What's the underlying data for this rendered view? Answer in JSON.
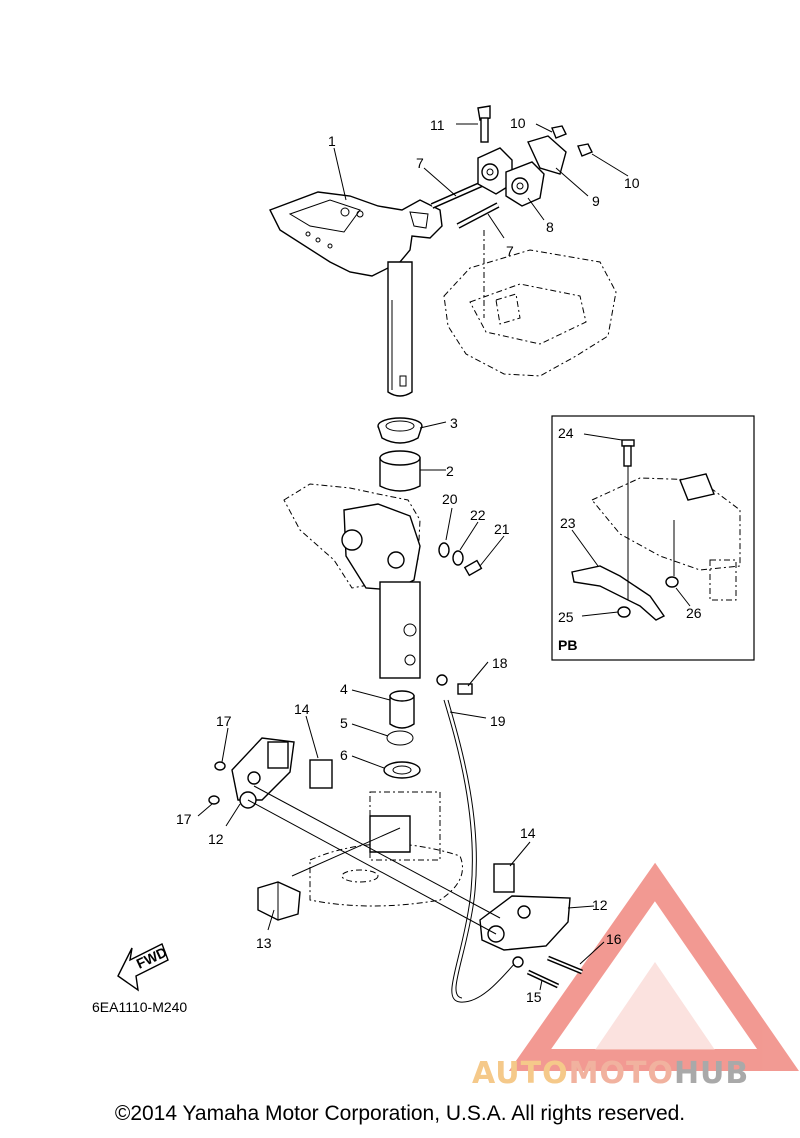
{
  "callouts": [
    {
      "id": "p1",
      "text": "1"
    },
    {
      "id": "p2",
      "text": "2"
    },
    {
      "id": "p3",
      "text": "3"
    },
    {
      "id": "p4",
      "text": "4"
    },
    {
      "id": "p5",
      "text": "5"
    },
    {
      "id": "p6",
      "text": "6"
    },
    {
      "id": "p7a",
      "text": "7"
    },
    {
      "id": "p7b",
      "text": "7"
    },
    {
      "id": "p8",
      "text": "8"
    },
    {
      "id": "p9",
      "text": "9"
    },
    {
      "id": "p10a",
      "text": "10"
    },
    {
      "id": "p10b",
      "text": "10"
    },
    {
      "id": "p11",
      "text": "11"
    },
    {
      "id": "p12a",
      "text": "12"
    },
    {
      "id": "p12b",
      "text": "12"
    },
    {
      "id": "p13",
      "text": "13"
    },
    {
      "id": "p14a",
      "text": "14"
    },
    {
      "id": "p14b",
      "text": "14"
    },
    {
      "id": "p15",
      "text": "15"
    },
    {
      "id": "p16",
      "text": "16"
    },
    {
      "id": "p17a",
      "text": "17"
    },
    {
      "id": "p17b",
      "text": "17"
    },
    {
      "id": "p18",
      "text": "18"
    },
    {
      "id": "p19",
      "text": "19"
    },
    {
      "id": "p20",
      "text": "20"
    },
    {
      "id": "p21",
      "text": "21"
    },
    {
      "id": "p22",
      "text": "22"
    },
    {
      "id": "p23",
      "text": "23"
    },
    {
      "id": "p24",
      "text": "24"
    },
    {
      "id": "p25",
      "text": "25"
    },
    {
      "id": "p26",
      "text": "26"
    }
  ],
  "inset": {
    "label": "PB"
  },
  "fwd_arrow": {
    "label": "FWD"
  },
  "diagram_code": "6EA1110-M240",
  "copyright": "©2014 Yamaha Motor Corporation, U.S.A. All rights reserved.",
  "watermark": {
    "part1": "AUTO",
    "part2": "MOTO",
    "part3": "HUB"
  },
  "colors": {
    "watermark_red": "#e8473a",
    "watermark_orange": "#f5c98a",
    "watermark_gray": "#a9a9a9"
  }
}
